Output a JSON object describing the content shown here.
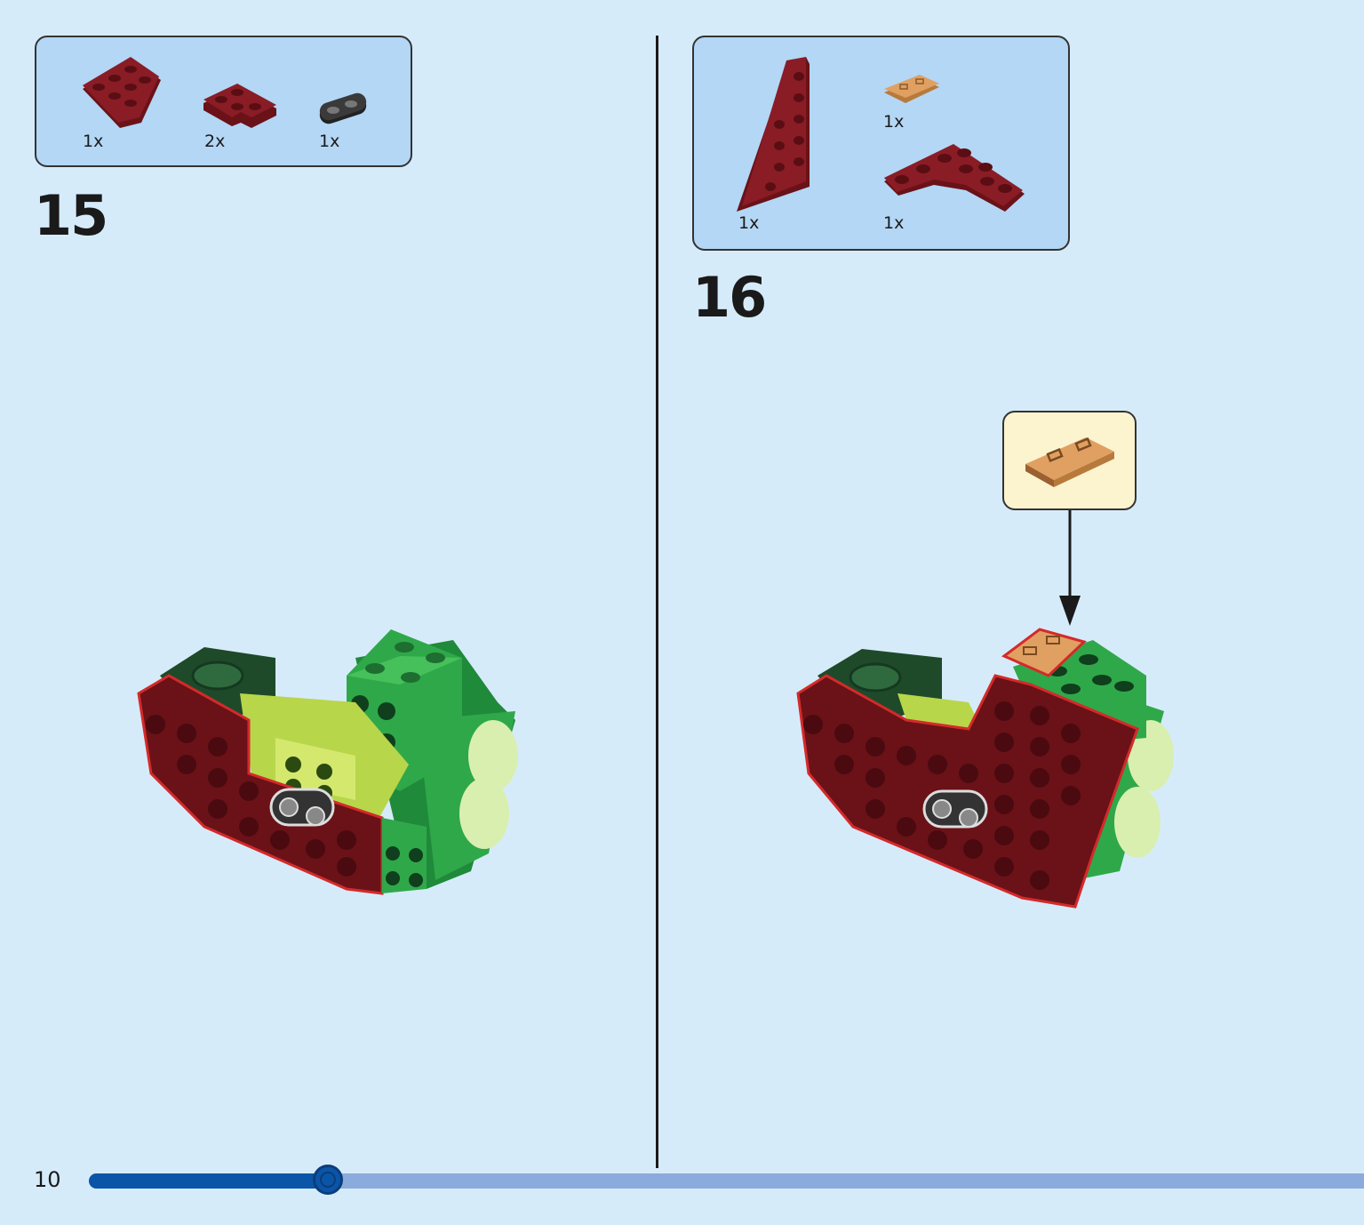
{
  "page": {
    "number": "10"
  },
  "progress": {
    "fraction": 0.188
  },
  "colors": {
    "background": "#d6ebfa",
    "parts_box": "#b3d7f5",
    "callout": "#fcf4cf",
    "dark_red": "#7a1a22",
    "green": "#2fa84a",
    "lime": "#b8d64a",
    "dark_green": "#1e4a2a",
    "tan": "#e0a062",
    "black_part": "#3a3a3a",
    "progress_fill": "#0a55a8",
    "progress_track": "#8aabdc"
  },
  "steps": [
    {
      "number": "15",
      "parts": [
        {
          "icon": "dark-red-wedge-plate-icon",
          "qty": "1x"
        },
        {
          "icon": "dark-red-corner-plate-icon",
          "qty": "2x"
        },
        {
          "icon": "black-jumper-plate-icon",
          "qty": "1x"
        }
      ],
      "model": "step-15-model-illustration"
    },
    {
      "number": "16",
      "parts": [
        {
          "icon": "dark-red-wedge-plate-long-icon",
          "qty": "1x"
        },
        {
          "icon": "tan-tile-icon",
          "qty": "1x"
        },
        {
          "icon": "dark-red-curved-plate-icon",
          "qty": "1x"
        }
      ],
      "callout_icon": "tan-tile-callout-icon",
      "model": "step-16-model-illustration"
    }
  ]
}
